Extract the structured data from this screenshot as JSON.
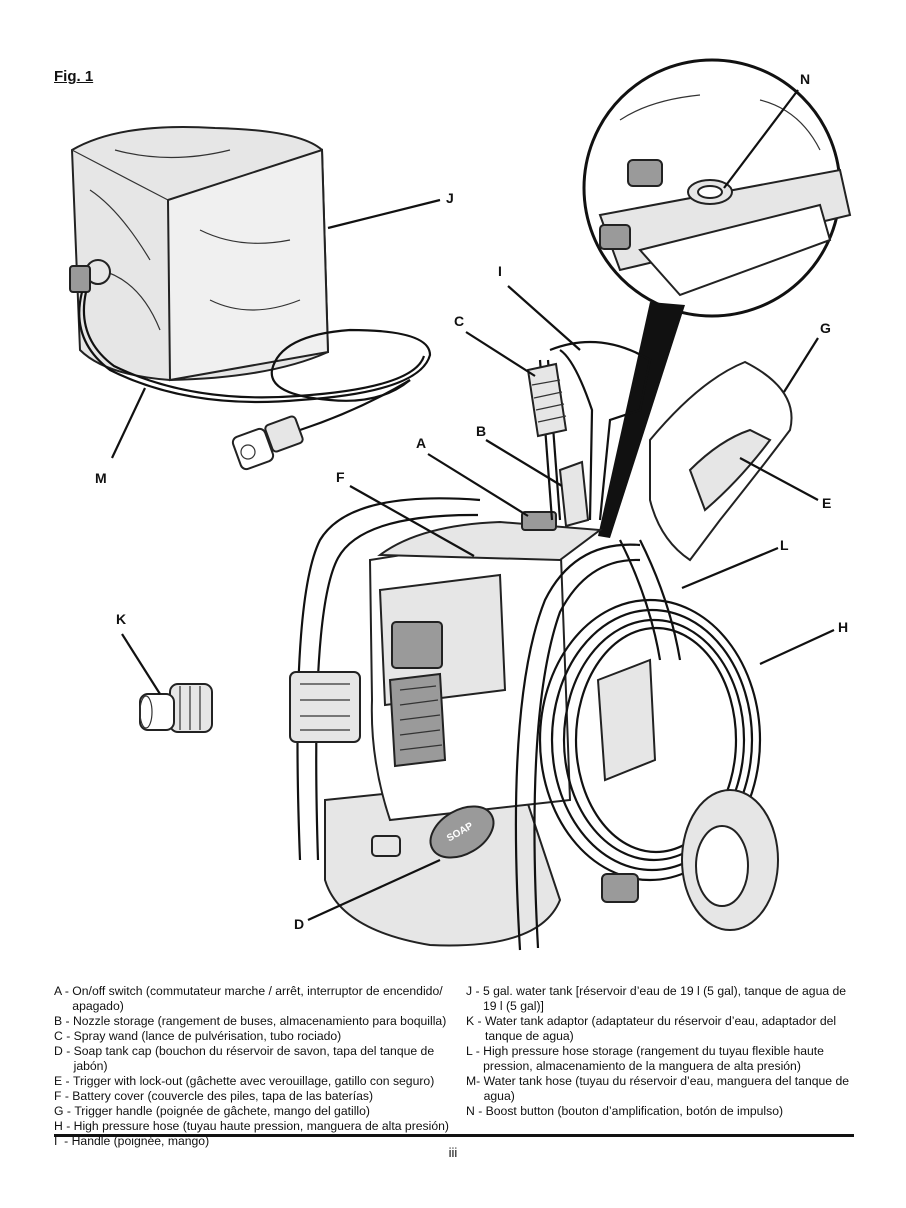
{
  "figure": {
    "title": "Fig. 1",
    "callouts": {
      "A": "A",
      "B": "B",
      "C": "C",
      "D": "D",
      "E": "E",
      "F": "F",
      "G": "G",
      "H": "H",
      "I": "I",
      "J": "J",
      "K": "K",
      "L": "L",
      "M": "M",
      "N": "N"
    },
    "soap_label": "SOAP"
  },
  "legend": {
    "left": [
      {
        "key": "A - ",
        "desc": "On/off switch (commutateur marche / arrêt, interruptor de encendido/ apagado)"
      },
      {
        "key": "B - ",
        "desc": "Nozzle storage (rangement de buses, almacenamiento para boquilla)"
      },
      {
        "key": "C - ",
        "desc": "Spray wand (lance de pulvérisation, tubo rociado)"
      },
      {
        "key": "D - ",
        "desc": "Soap tank cap (bouchon du réservoir de savon, tapa del tanque de jabón)"
      },
      {
        "key": "E - ",
        "desc": "Trigger with lock-out (gâchette avec verouillage, gatillo con seguro)"
      },
      {
        "key": "F - ",
        "desc": "Battery cover (couvercle des piles, tapa de las baterías)"
      },
      {
        "key": "G - ",
        "desc": "Trigger handle (poignée de gâchete, mango del gatillo)"
      },
      {
        "key": "H - ",
        "desc": "High pressure hose (tuyau haute pression, manguera de alta presión)"
      },
      {
        "key": "I  - ",
        "desc": "Handle (poignée, mango)"
      }
    ],
    "right": [
      {
        "key": "J - ",
        "desc": "5 gal. water tank [réservoir d’eau de 19 l (5 gal), tanque de agua de 19 l (5 gal)]"
      },
      {
        "key": "K - ",
        "desc": "Water tank adaptor (adaptateur du réservoir d’eau, adaptador del tanque de agua)"
      },
      {
        "key": "L - ",
        "desc": "High pressure hose storage (rangement du tuyau flexible haute pression, almacenamiento de la manguera de alta presión)"
      },
      {
        "key": "M- ",
        "desc": "Water tank hose (tuyau du réservoir d’eau, manguera del tanque de agua)"
      },
      {
        "key": "N - ",
        "desc": "Boost button (bouton d’amplification, botón de impulso)"
      }
    ]
  },
  "page_number": "iii"
}
